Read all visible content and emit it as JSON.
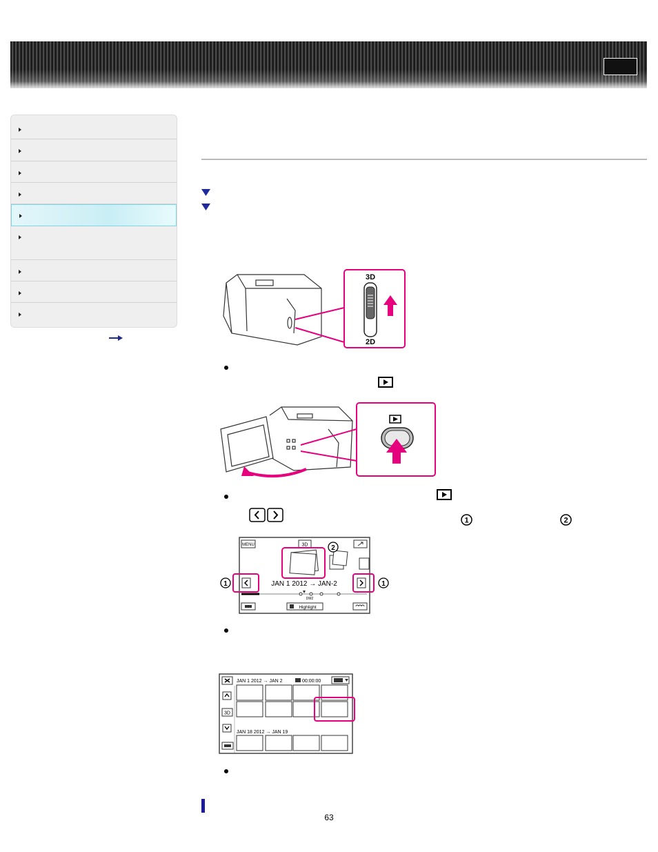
{
  "page": {
    "number": "63"
  },
  "sidebar": {
    "item_count": 9,
    "active_index": 4
  },
  "illustrations": {
    "switch": {
      "top_label": "3D",
      "bottom_label": "2D"
    },
    "event_view": {
      "menu_label": "MENU",
      "mode_label": "3D",
      "date_range": "JAN 1 2012 → JAN-2",
      "bar_label": "DM2",
      "highlight_label": "Highlight",
      "callout_1": "1",
      "callout_2": "2"
    },
    "index_view": {
      "range_1": "JAN 1 2012 → JAN 2",
      "counter": "00:00:00",
      "mode_label": "3D",
      "range_2": "JAN 18 2012 → JAN 19"
    }
  },
  "inline_icons": {
    "circle_1": "1",
    "circle_2": "2"
  },
  "colors": {
    "accent": "#e6007e",
    "nav_triangle": "#1e2a9a",
    "section_bar": "#1a1a9a"
  }
}
